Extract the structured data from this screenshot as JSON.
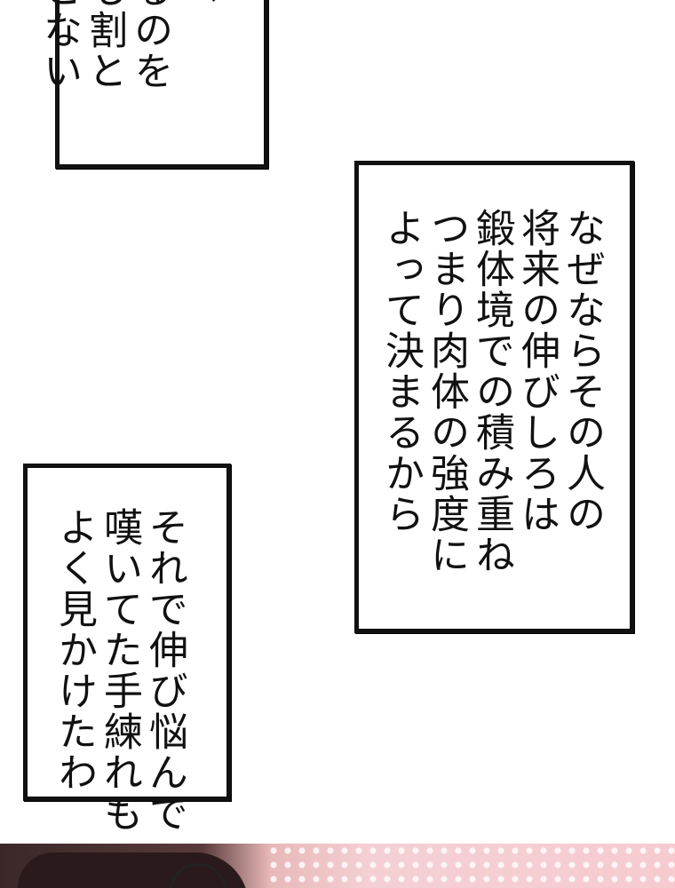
{
  "panels": {
    "top_caption": "へ\nるのを\nも割と\nとない",
    "middle_caption": "なぜならその人の\n将来の伸びしろは\n鍛体境での積み重ね\nつまり肉体の強度に\nよって決まるから",
    "lower_caption": "それで伸び悩んで\n嘆いてた手練れも\nよく見かけたわ"
  }
}
